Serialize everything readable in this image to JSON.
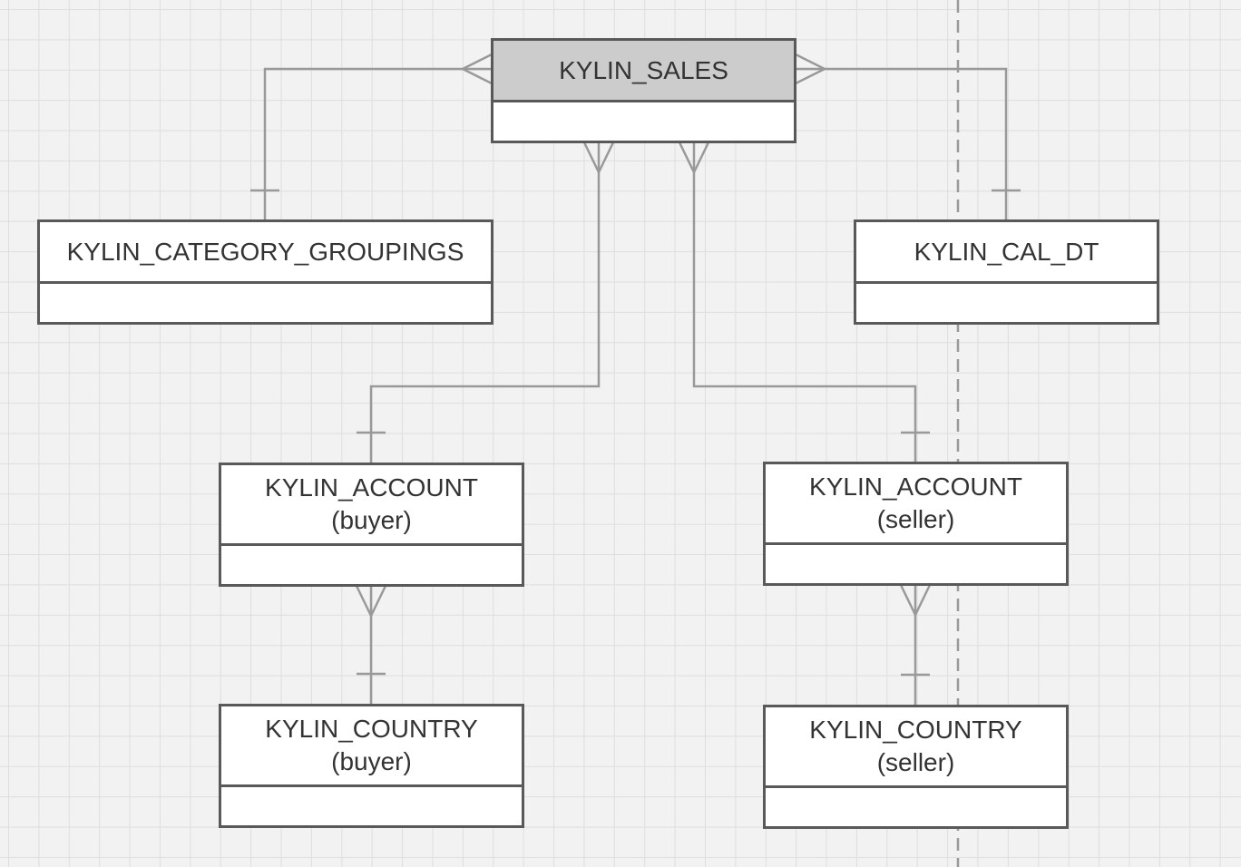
{
  "entities": {
    "sales": {
      "name": "KYLIN_SALES",
      "qualifier": ""
    },
    "category_groupings": {
      "name": "KYLIN_CATEGORY_GROUPINGS",
      "qualifier": ""
    },
    "cal_dt": {
      "name": "KYLIN_CAL_DT",
      "qualifier": ""
    },
    "account_buyer": {
      "name": "KYLIN_ACCOUNT",
      "qualifier": "(buyer)"
    },
    "account_seller": {
      "name": "KYLIN_ACCOUNT",
      "qualifier": "(seller)"
    },
    "country_buyer": {
      "name": "KYLIN_COUNTRY",
      "qualifier": "(buyer)"
    },
    "country_seller": {
      "name": "KYLIN_COUNTRY",
      "qualifier": "(seller)"
    }
  },
  "relationships": [
    {
      "from": "sales",
      "to": "category_groupings",
      "from_cardinality": "many",
      "to_cardinality": "one"
    },
    {
      "from": "sales",
      "to": "cal_dt",
      "from_cardinality": "many",
      "to_cardinality": "one"
    },
    {
      "from": "sales",
      "to": "account_buyer",
      "from_cardinality": "many",
      "to_cardinality": "one"
    },
    {
      "from": "sales",
      "to": "account_seller",
      "from_cardinality": "many",
      "to_cardinality": "one"
    },
    {
      "from": "account_buyer",
      "to": "country_buyer",
      "from_cardinality": "many",
      "to_cardinality": "one"
    },
    {
      "from": "account_seller",
      "to": "country_seller",
      "from_cardinality": "many",
      "to_cardinality": "one"
    }
  ],
  "colors": {
    "root_header": "#cccccc",
    "entity_border": "#595959",
    "connector": "#999999",
    "canvas": "#f2f2f2"
  }
}
